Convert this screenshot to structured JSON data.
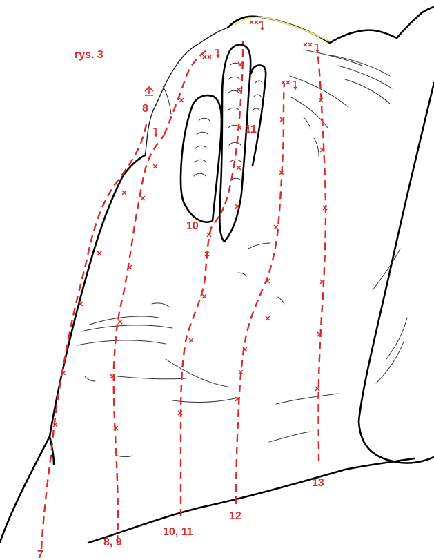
{
  "figure_label": "rys. 3",
  "route_color": "#d92b2b",
  "rock_color": "#111111",
  "top_edge_color": "#e8e07a",
  "route_labels": {
    "r7": "7",
    "r89": "8, 9",
    "r8_top": "8",
    "r1011": "10, 11",
    "r10_mid": "10",
    "r11_mid": "11",
    "r12": "12",
    "r13": "13"
  }
}
